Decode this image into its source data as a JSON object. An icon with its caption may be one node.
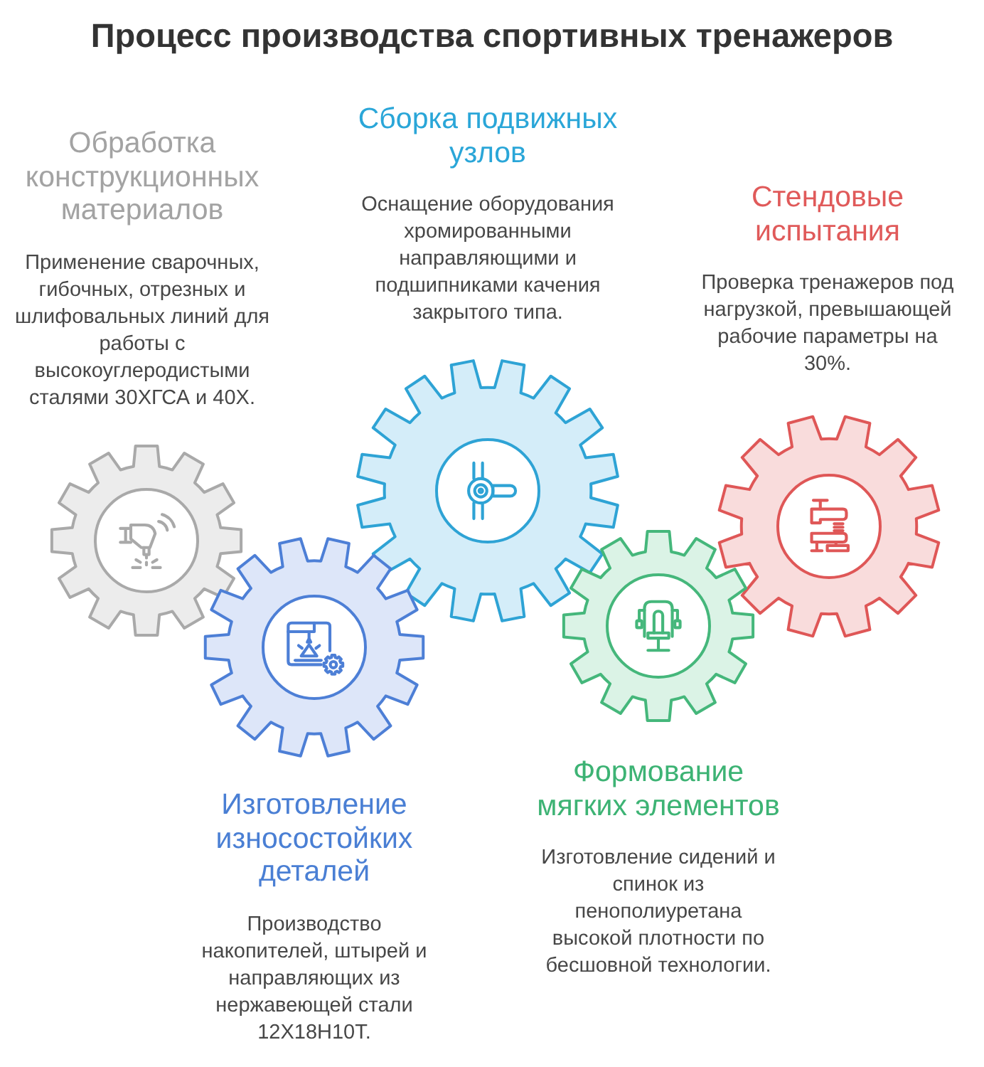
{
  "diagram": {
    "title": "Процесс производства спортивных тренажеров",
    "nodes": [
      {
        "text": [
          "Обработка конструкционных материалов",
          "Применение сварочных, гибочных, отрезных и шлифовальных линий для работы с высокоуглеродистыми сталями 30ХГСА и 40Х."
        ]
      },
      {
        "text": [
          "Изготовление износостойких деталей",
          "Производство накопителей, штырей и направляющих из нержавеющей стали 12Х18Н10Т."
        ]
      },
      {
        "text": [
          "Сборка подвижных узлов",
          "Оснащение оборудования хромированными направляющими и подшипниками качения закрытого типа."
        ]
      },
      {
        "text": [
          "Формование мягких элементов",
          "Изготовление сидений и спинок из пенополиуретана высокой плотности по бесшовной технологии."
        ]
      },
      {
        "text": [
          "Стендовые испытания",
          "Проверка тренажеров под нагрузкой, превышающей рабочие параметры на 30%."
        ]
      }
    ]
  }
}
